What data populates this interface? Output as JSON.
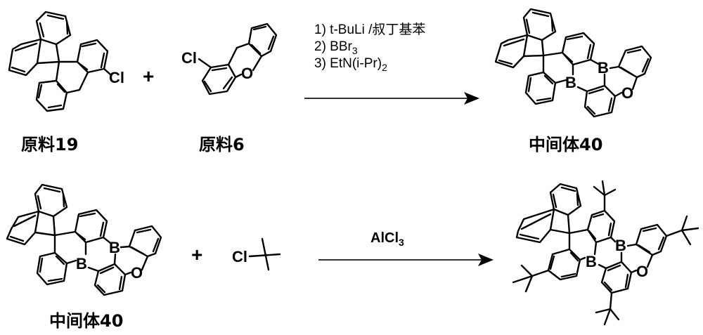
{
  "scheme": {
    "row1": {
      "reactant1": {
        "label": "原料19",
        "atoms": [
          "Cl"
        ]
      },
      "plus": "+",
      "reactant2": {
        "label": "原料6",
        "atoms": [
          "Cl",
          "O"
        ]
      },
      "conditions": {
        "step1": "1) t-BuLi /叔丁基苯",
        "step2_prefix": "2) BBr",
        "step2_sub": "3",
        "step3_prefix": "3) EtN(i-Pr)",
        "step3_sub": "2"
      },
      "product": {
        "label": "中间体40",
        "atoms": [
          "B",
          "B",
          "O"
        ]
      }
    },
    "row2": {
      "reactant1": {
        "label": "中间体40",
        "atoms": [
          "B",
          "B",
          "O"
        ]
      },
      "plus": "+",
      "reactant2": {
        "atoms": [
          "Cl"
        ],
        "name": "tert-butyl chloride"
      },
      "conditions": {
        "reagent_prefix": "AlCl",
        "reagent_sub": "3"
      },
      "product": {
        "atoms": [
          "B",
          "B",
          "O"
        ],
        "substituents": "tetra-tert-butyl"
      }
    }
  }
}
